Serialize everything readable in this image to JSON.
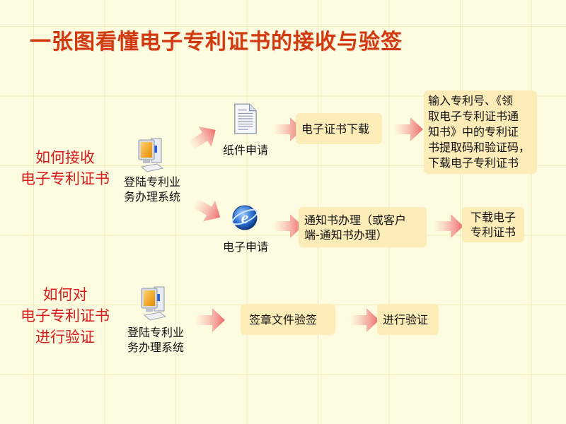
{
  "title": "一张图看懂电子专利证书的接收与验签",
  "colors": {
    "background": "#fefce0",
    "title": "#d13a0c",
    "question": "#d61c1c",
    "box_fill": "#fcecb8",
    "arrow": "#f08080"
  },
  "section_receive": {
    "question": "如何接收\n电子专利证书",
    "question_line1": "如何接收",
    "question_line2": "电子专利证书",
    "login": {
      "icon": "computer-icon",
      "line1": "登陆专利业",
      "line2": "务办理系统"
    },
    "paper_branch": {
      "icon": "document-icon",
      "label": "纸件申请",
      "step1": "电子证书下载",
      "step2_lines": [
        "输入专利号、《领",
        "取电子专利证书通",
        "知书》中的专利证",
        "书提取码和验证码，",
        "下载电子专利证书"
      ]
    },
    "electronic_branch": {
      "icon": "ie-browser-icon",
      "label": "电子申请",
      "step1_lines": [
        "通知书办理（或客户",
        "端-通知书办理）"
      ],
      "step2_lines": [
        "下载电子",
        "专利证书"
      ]
    }
  },
  "section_verify": {
    "question_line1": "如何对",
    "question_line2": "电子专利证书",
    "question_line3": "进行验证",
    "login": {
      "icon": "computer-icon",
      "line1": "登陆专利业",
      "line2": "务办理系统"
    },
    "step1": "签章文件验签",
    "step2": "进行验证"
  }
}
